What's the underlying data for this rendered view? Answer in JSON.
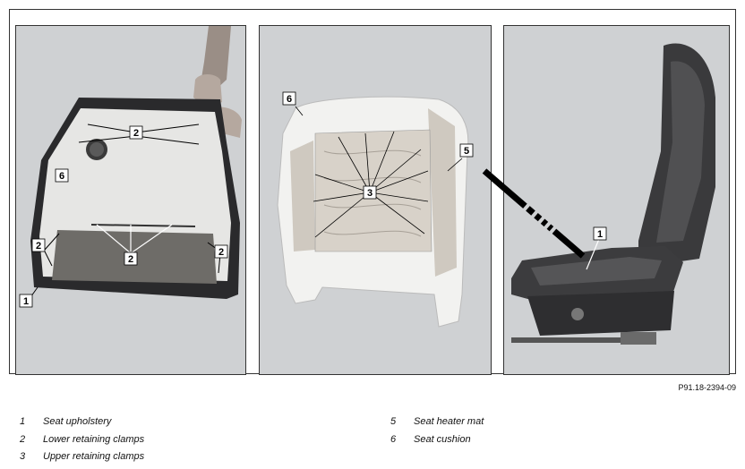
{
  "figure_code": "P91.18-2394-09",
  "callouts": {
    "p1": [
      "2",
      "6",
      "2",
      "2",
      "2",
      "1"
    ],
    "p2": [
      "6",
      "3",
      "5"
    ],
    "p3": [
      "1"
    ]
  },
  "legend": [
    {
      "num": "1",
      "text": "Seat upholstery"
    },
    {
      "num": "2",
      "text": "Lower retaining clamps"
    },
    {
      "num": "3",
      "text": "Upper retaining clamps"
    },
    {
      "num": "5",
      "text": "Seat heater mat"
    },
    {
      "num": "6",
      "text": "Seat cushion"
    }
  ]
}
